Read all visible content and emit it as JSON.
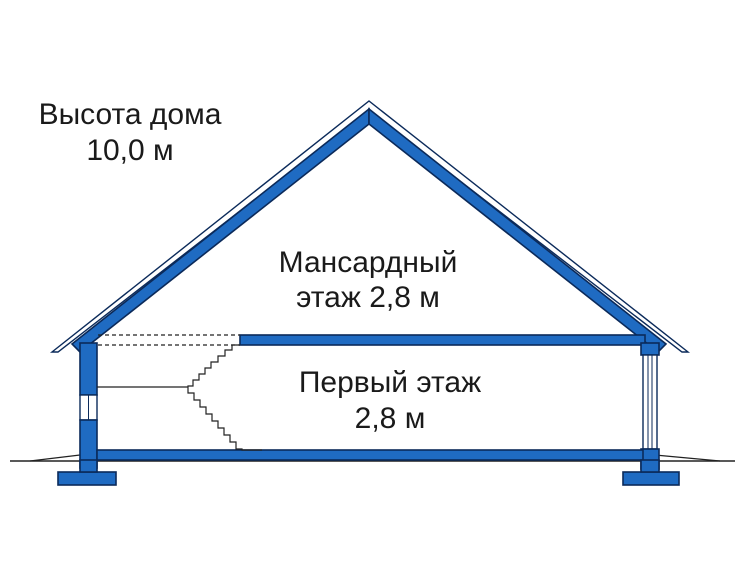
{
  "house_height": {
    "line1": "Высота дома",
    "line2": "10,0 м"
  },
  "attic_floor": {
    "line1": "Мансардный",
    "line2": "этаж 2,8 м"
  },
  "first_floor": {
    "line1": "Первый этаж",
    "line2": "2,8 м"
  },
  "colors": {
    "structure_fill": "#1f6bc2",
    "structure_stroke": "#0b2a5a",
    "text": "#1a1a1a",
    "background": "#ffffff"
  }
}
